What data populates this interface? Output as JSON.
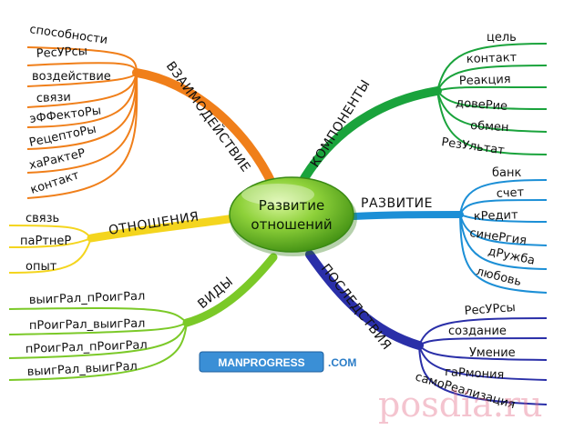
{
  "center": {
    "line1": "Развитие",
    "line2": "отношений"
  },
  "branches": {
    "vzaimodeystvie": {
      "label": "ВЗАИМОДЕЙСТВИЕ",
      "color": "#f07f1a",
      "items": [
        "способности",
        "РесУРсы",
        "воздействие",
        "связи",
        "эФФектоРы",
        "РецептоРы",
        "хаРактеР",
        "контакт"
      ]
    },
    "otnosheniya": {
      "label": "ОТНОШЕНИЯ",
      "color": "#f4d51e",
      "items": [
        "связь",
        "паРтнеР",
        "опыт"
      ]
    },
    "vidy": {
      "label": "ВИДЫ",
      "color": "#7bc928",
      "items": [
        "выигРал_пРоигРал",
        "пРоигРал_выигРал",
        "пРоигРал_пРоигРал",
        "выигРал_выигРал"
      ]
    },
    "komponenty": {
      "label": "КОМПОНЕНТЫ",
      "color": "#1aa33c",
      "items": [
        "цель",
        "контакт",
        "Реакция",
        "довеРие",
        "обмен",
        "РезУльтат"
      ]
    },
    "razvitie": {
      "label": "РАЗВИТИЕ",
      "color": "#1c8fd6",
      "items": [
        "банк",
        "счет",
        "кРедит",
        "синеРгия",
        "дРужба",
        "любовь"
      ]
    },
    "posledstviya": {
      "label": "ПОСЛЕДСТВИЯ",
      "color": "#2a2fa8",
      "items": [
        "РесУРсы",
        "создание",
        "Умение",
        "гаРмония",
        "самоРеализация"
      ]
    }
  },
  "site_badge": {
    "main": "MANPROGRESS",
    "suffix": ".COM"
  },
  "watermark": "posdia.ru"
}
